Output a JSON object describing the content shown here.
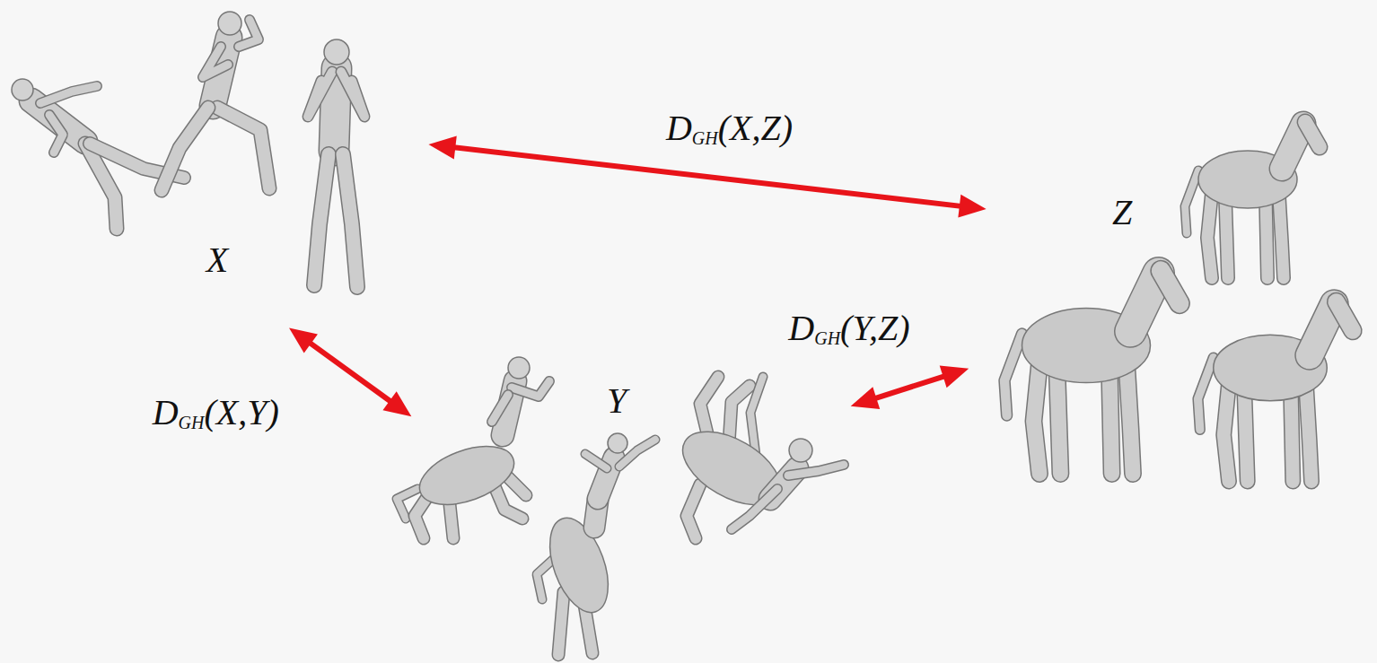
{
  "diagram": {
    "nodes": [
      {
        "text": [
          "X"
        ]
      },
      {
        "text": [
          "Y"
        ]
      },
      {
        "text": [
          "Z"
        ]
      }
    ],
    "edges": [
      {
        "from": 0,
        "to": 2,
        "label": "DGH(X,Z)",
        "arrow": "both"
      },
      {
        "from": 0,
        "to": 1,
        "label": "DGH(X,Y)",
        "arrow": "both"
      },
      {
        "from": 1,
        "to": 2,
        "label": "DGH(Y,Z)",
        "arrow": "both"
      }
    ]
  }
}
